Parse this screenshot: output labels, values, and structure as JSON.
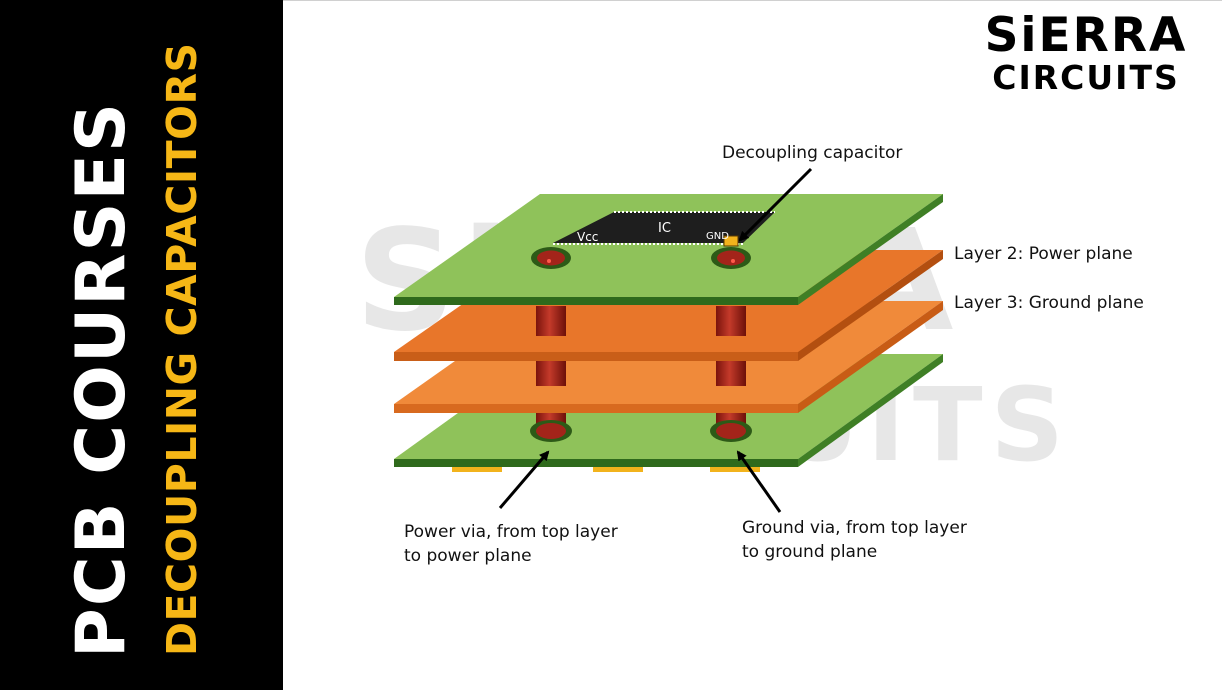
{
  "sidebar": {
    "title": "PCB COURSES",
    "subtitle": "DECOUPLING CAPACITORS"
  },
  "logo": {
    "line1": "SiERRA",
    "line2": "CIRCUITS"
  },
  "watermark": {
    "line1": "SiERRA",
    "line2": "CIRCUITS"
  },
  "diagram": {
    "ic_label": "IC",
    "vcc_label": "Vcc",
    "gnd_label": "GND",
    "callouts": {
      "decoupling_capacitor": "Decoupling capacitor",
      "layer2": "Layer 2: Power plane",
      "layer3": "Layer 3: Ground plane",
      "power_via_line1": "Power via, from top layer",
      "power_via_line2": "to power plane",
      "ground_via_line1": "Ground via, from top layer",
      "ground_via_line2": "to ground plane"
    }
  },
  "colors": {
    "sidebar_bg": "#000000",
    "sidebar_title": "#ffffff",
    "sidebar_subtitle": "#f6b716",
    "pcb_green": "#8fc25a",
    "pcb_green_dark": "#2f6a1c",
    "power_plane_orange": "#e8762a",
    "ground_plane_orange": "#f08a3a",
    "via_red": "#a3241a",
    "pad_yellow": "#f2b31c"
  }
}
